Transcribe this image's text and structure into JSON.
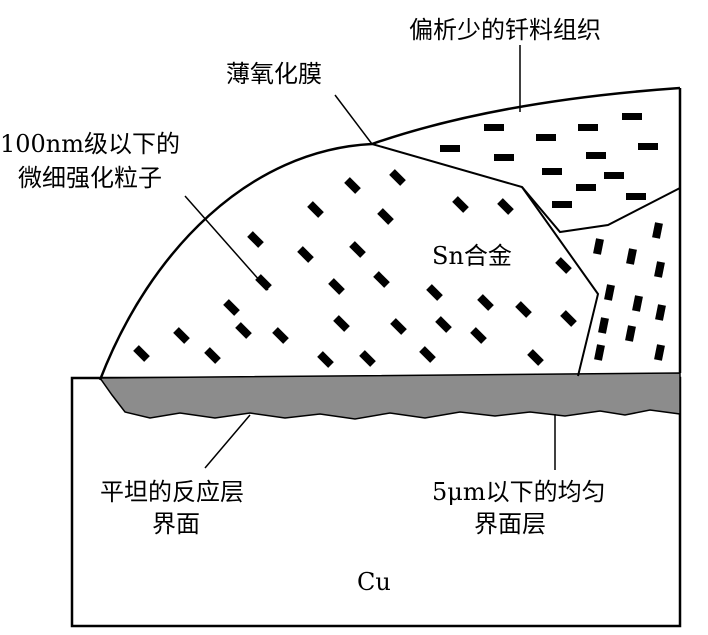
{
  "labels": {
    "segregation": "偏析少的钎料组织",
    "oxide_film": "薄氧化膜",
    "particles_line1": "100nm级以下的",
    "particles_line2": "微细强化粒子",
    "sn_alloy": "Sn合金",
    "reaction_line1": "平坦的反应层",
    "reaction_line2": "界面",
    "uniform_line1": "5μm以下的均匀",
    "uniform_line2": "界面层",
    "substrate": "Cu"
  },
  "colors": {
    "stroke": "#000000",
    "reaction_layer": "#8c8c8c",
    "background": "#ffffff"
  }
}
